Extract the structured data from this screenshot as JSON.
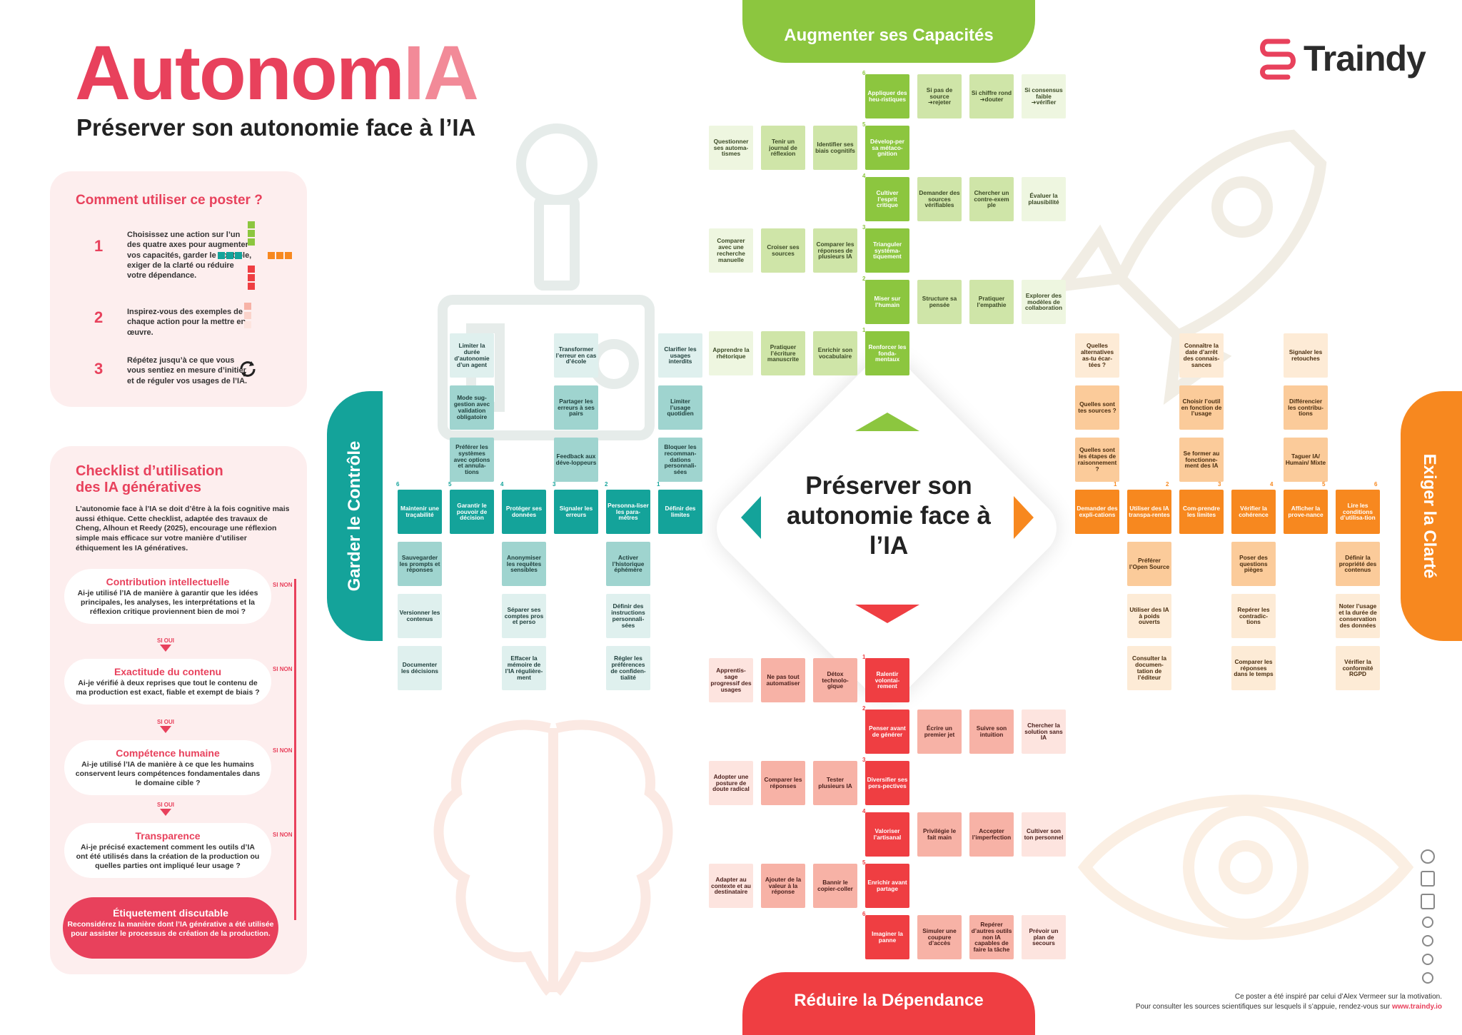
{
  "header": {
    "title_part1": "Autonom",
    "title_part2": "IA",
    "subtitle": "Préserver son autonomie face à l’IA",
    "logo_text": "Traindy"
  },
  "howto": {
    "title": "Comment utiliser ce poster ?",
    "steps": [
      {
        "num": "1",
        "text": "Choisissez une action sur l’un des quatre axes pour augmenter vos capacités, garder le contrôle, exiger de la clarté ou réduire votre dépendance."
      },
      {
        "num": "2",
        "text": "Inspirez-vous des exemples de chaque action pour la mettre en œuvre."
      },
      {
        "num": "3",
        "text": "Répétez jusqu’à ce que vous vous sentiez en mesure d’initier et de réguler vos usages de l’IA."
      }
    ]
  },
  "checklist": {
    "title": "Checklist d’utilisation des IA génératives",
    "intro": "L’autonomie face à l’IA se doit d’être à la fois cognitive mais aussi éthique. Cette checklist, adaptée des travaux de Cheng, Alhoun et Reedy (2025), encourage une réflexion simple mais efficace sur votre manière d’utiliser éthiquement les IA génératives.",
    "si_oui": "SI OUI",
    "si_non": "SI NON",
    "questions": [
      {
        "title": "Contribution intellectuelle",
        "text": "Ai-je utilisé l’IA de manière à garantir que les idées principales, les analyses, les interprétations et la réflexion critique proviennent bien de moi ?"
      },
      {
        "title": "Exactitude du contenu",
        "text": "Ai-je vérifié à deux reprises que tout le contenu de ma production est exact, fiable et exempt de biais ?"
      },
      {
        "title": "Compétence humaine",
        "text": "Ai-je utilisé l’IA de manière à ce que les humains conservent leurs compétences fondamentales dans le domaine cible ?"
      },
      {
        "title": "Transparence",
        "text": "Ai-je précisé exactement comment les outils d’IA ont été utilisés dans la création de la production ou quelles parties ont impliqué leur usage ?"
      }
    ],
    "final": {
      "title": "Étiquetement discutable",
      "text": "Reconsidérez la manière dont l’IA générative a été utilisée pour assister le processus de création de la production."
    }
  },
  "axes": {
    "top": "Augmenter ses Capacités",
    "bottom": "Réduire la Dépendance",
    "left": "Garder le Contrôle",
    "right": "Exiger la Clarté"
  },
  "center": {
    "text": "Préserver son autonomie face à l’IA"
  },
  "colors": {
    "green": "#8cc63f",
    "teal": "#14a39a",
    "orange": "#f7881f",
    "red": "#ef3e42",
    "pink": "#e8415c"
  },
  "green_rows": [
    {
      "num": "6",
      "main": "Appliquer des heu-ristiques",
      "left": [],
      "right": [
        "Si pas de source ➜rejeter",
        "Si chiffre rond ➜douter",
        "Si consensus faible ➜vérifier"
      ]
    },
    {
      "num": "5",
      "main": "Dévelop-per sa métaco-gnition",
      "left": [
        "Questionner ses automa-tismes",
        "Tenir un journal de réflexion",
        "Identifier ses biais cognitifs"
      ],
      "right": []
    },
    {
      "num": "4",
      "main": "Cultiver l’esprit critique",
      "left": [],
      "right": [
        "Demander des sources vérifiables",
        "Chercher un contre-exem ple",
        "Évaluer la plausibilité"
      ]
    },
    {
      "num": "3",
      "main": "Trianguler systéma-tiquement",
      "left": [
        "Comparer avec une recherche manuelle",
        "Croiser ses sources",
        "Comparer les réponses de plusieurs IA"
      ],
      "right": []
    },
    {
      "num": "2",
      "main": "Miser sur l’humain",
      "left": [],
      "right": [
        "Structure sa pensée",
        "Pratiquer l’empathie",
        "Explorer des modèles de collaboration"
      ]
    },
    {
      "num": "1",
      "main": "Renforcer les fonda-mentaux",
      "left": [
        "Apprendre la rhétorique",
        "Pratiquer l’écriture manuscrite",
        "Enrichir son vocabulaire"
      ],
      "right": []
    }
  ],
  "red_rows": [
    {
      "num": "1",
      "main": "Ralentir volontai-rement",
      "left": [
        "Apprentis-sage progressif des usages",
        "Ne pas tout automatiser",
        "Détox technolo-gique"
      ],
      "right": []
    },
    {
      "num": "2",
      "main": "Penser avant de générer",
      "left": [],
      "right": [
        "Écrire un premier jet",
        "Suivre son intuition",
        "Chercher la solution sans IA"
      ]
    },
    {
      "num": "3",
      "main": "Diversifier ses pers-pectives",
      "left": [
        "Adopter une posture de doute radical",
        "Comparer les réponses",
        "Tester plusieurs IA"
      ],
      "right": []
    },
    {
      "num": "4",
      "main": "Valoriser l’artisanal",
      "left": [],
      "right": [
        "Privilégie le fait main",
        "Accepter l’imperfection",
        "Cultiver son ton personnel"
      ]
    },
    {
      "num": "5",
      "main": "Enrichir avant partage",
      "left": [
        "Adapter au contexte et au destinataire",
        "Ajouter de la valeur à la réponse",
        "Bannir le copier-coller"
      ],
      "right": []
    },
    {
      "num": "6",
      "main": "Imaginer la panne",
      "left": [],
      "right": [
        "Simuler une coupure d’accès",
        "Repérer d’autres outils non IA capables de faire la tâche",
        "Prévoir un plan de secours"
      ]
    }
  ],
  "teal_cols": [
    {
      "num": "6",
      "main": "Maintenir une traçabilité",
      "up": [],
      "down": [
        "Sauvegarder les prompts et réponses",
        "Versionner les contenus",
        "Documenter les décisions"
      ]
    },
    {
      "num": "5",
      "main": "Garantir le pouvoir de décision",
      "up": [
        "Préférer les systèmes avec options et annula-tions",
        "Mode sug-gestion avec validation obligatoire",
        "Limiter la durée d’autonomie d’un agent"
      ],
      "down": []
    },
    {
      "num": "4",
      "main": "Protéger ses données",
      "up": [],
      "down": [
        "Anonymiser les requêtes sensibles",
        "Séparer ses comptes pros et perso",
        "Effacer la mémoire de l’IA régulière-ment"
      ]
    },
    {
      "num": "3",
      "main": "Signaler les erreurs",
      "up": [
        "Feedback aux déve-loppeurs",
        "Partager les erreurs à ses pairs",
        "Transformer l’erreur en cas d’école"
      ],
      "down": []
    },
    {
      "num": "2",
      "main": "Personna-liser les para-mètres",
      "up": [],
      "down": [
        "Activer l’historique éphémère",
        "Définir des instructions personnali-sées",
        "Régler les préférences de confiden-tialité"
      ]
    },
    {
      "num": "1",
      "main": "Définir des limites",
      "up": [
        "Bloquer les recomman-dations personnali-sées",
        "Limiter l’usage quotidien",
        "Clarifier les usages interdits"
      ],
      "down": []
    }
  ],
  "orange_cols": [
    {
      "num": "1",
      "main": "Demander des expli-cations",
      "up": [
        "Quelles sont les étapes de raisonnement ?",
        "Quelles sont tes sources ?",
        "Quelles alternatives as-tu écar-tées ?"
      ],
      "down": []
    },
    {
      "num": "2",
      "main": "Utiliser des IA transpa-rentes",
      "up": [],
      "down": [
        "Préférer l’Open Source",
        "Utiliser des IA à poids ouverts",
        "Consulter la documen-tation de l’éditeur"
      ]
    },
    {
      "num": "3",
      "main": "Com-prendre les limites",
      "up": [
        "Se former au fonctionne-ment des IA",
        "Choisir l’outil en fonction de l’usage",
        "Connaître la date d’arrêt des connais-sances"
      ],
      "down": []
    },
    {
      "num": "4",
      "main": "Vérifier la cohérence",
      "up": [],
      "down": [
        "Poser des questions pièges",
        "Repérer les contradic-tions",
        "Comparer les réponses dans le temps"
      ]
    },
    {
      "num": "5",
      "main": "Afficher la prove-nance",
      "up": [
        "Taguer IA/ Humain/ Mixte",
        "Différencier les contribu-tions",
        "Signaler les retouches"
      ],
      "down": []
    },
    {
      "num": "6",
      "main": "Lire les conditions d’utilisa-tion",
      "up": [],
      "down": [
        "Définir la propriété des contenus",
        "Noter l’usage et la durée de conservation des données",
        "Vérifier la conformité RGPD"
      ]
    }
  ],
  "footer": {
    "line1": "Ce poster a été inspiré par celui d’Alex Vermeer sur la motivation.",
    "line2": "Pour consulter les sources scientifiques sur lesquels il s’appuie, rendez-vous sur",
    "link": "www.traindy.io"
  }
}
